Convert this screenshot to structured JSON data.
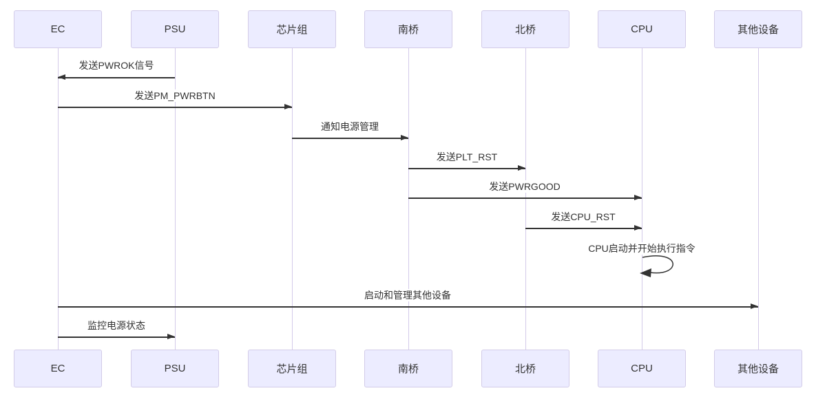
{
  "diagram": {
    "type": "sequence-diagram",
    "participants": [
      {
        "id": "ec",
        "label": "EC"
      },
      {
        "id": "psu",
        "label": "PSU"
      },
      {
        "id": "chip",
        "label": "芯片组"
      },
      {
        "id": "south",
        "label": "南桥"
      },
      {
        "id": "north",
        "label": "北桥"
      },
      {
        "id": "cpu",
        "label": "CPU"
      },
      {
        "id": "other",
        "label": "其他设备"
      }
    ],
    "messages": [
      {
        "from": "PSU",
        "to": "EC",
        "label": "发送PWROK信号",
        "arrow": "left"
      },
      {
        "from": "EC",
        "to": "芯片组",
        "label": "发送PM_PWRBTN",
        "arrow": "right"
      },
      {
        "from": "芯片组",
        "to": "南桥",
        "label": "通知电源管理",
        "arrow": "right"
      },
      {
        "from": "南桥",
        "to": "北桥",
        "label": "发送PLT_RST",
        "arrow": "right"
      },
      {
        "from": "南桥",
        "to": "CPU",
        "label": "发送PWRGOOD",
        "arrow": "right"
      },
      {
        "from": "北桥",
        "to": "CPU",
        "label": "发送CPU_RST",
        "arrow": "right"
      },
      {
        "from": "CPU",
        "to": "CPU",
        "label": "CPU启动并开始执行指令",
        "arrow": "self"
      },
      {
        "from": "EC",
        "to": "其他设备",
        "label": "启动和管理其他设备",
        "arrow": "right"
      },
      {
        "from": "EC",
        "to": "PSU",
        "label": "监控电源状态",
        "arrow": "right"
      }
    ],
    "colors": {
      "background": "#ffffff",
      "actor_fill": "#ECECFF",
      "actor_border": "#d2cbe8",
      "lifeline": "#d3cae9",
      "arrow": "#333333",
      "text": "#333333"
    }
  }
}
